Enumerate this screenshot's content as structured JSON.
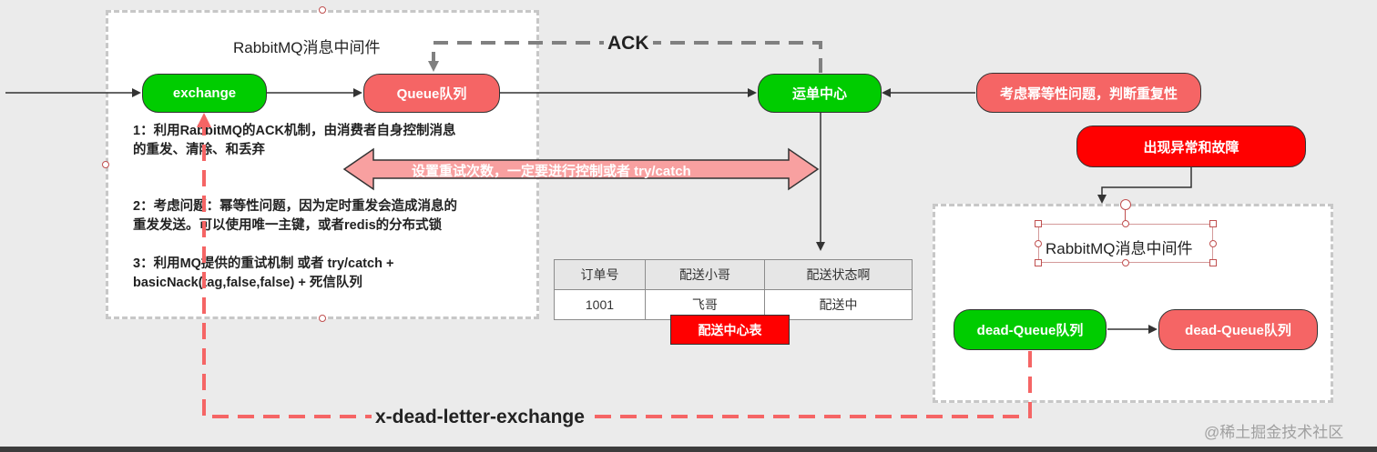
{
  "left_panel": {
    "title": "RabbitMQ消息中间件",
    "notes": [
      "1：利用RabbitMQ的ACK机制，由消费者自身控制消息",
      "的重发、清除、和丢弃",
      "2：考虑问题：幂等性问题，因为定时重发会造成消息的",
      "重发发送。可以使用唯一主键，或者redis的分布式锁",
      "3：利用MQ提供的重试机制 或者  try/catch  +",
      "basicNack(tag,false,false)  + 死信队列"
    ]
  },
  "nodes": {
    "exchange": "exchange",
    "queue": "Queue队列",
    "dispatch_center": "运单中心",
    "idempotency": "考虑幂等性问题，判断重复性",
    "failure": "出现异常和故障",
    "dead_queue_a": "dead-Queue队列",
    "dead_queue_b": "dead-Queue队列"
  },
  "edge_labels": {
    "ack": "ACK",
    "retry": "设置重试次数，一定要进行控制或者 try/catch",
    "dlx": "x-dead-letter-exchange"
  },
  "right_panel": {
    "title": "RabbitMQ消息中间件"
  },
  "table": {
    "headers": [
      "订单号",
      "配送小哥",
      "配送状态啊"
    ],
    "rows": [
      [
        "1001",
        "飞哥",
        "配送中"
      ]
    ],
    "caption": "配送中心表"
  },
  "watermark": "@稀土掘金技术社区",
  "colors": {
    "node_green": "#00cc00",
    "node_salmon": "#f56565",
    "node_red": "#ff0000",
    "ack_line": "#808080",
    "dlx_line": "#f56565",
    "retry_arrow_fill": "#f8a0a0"
  }
}
